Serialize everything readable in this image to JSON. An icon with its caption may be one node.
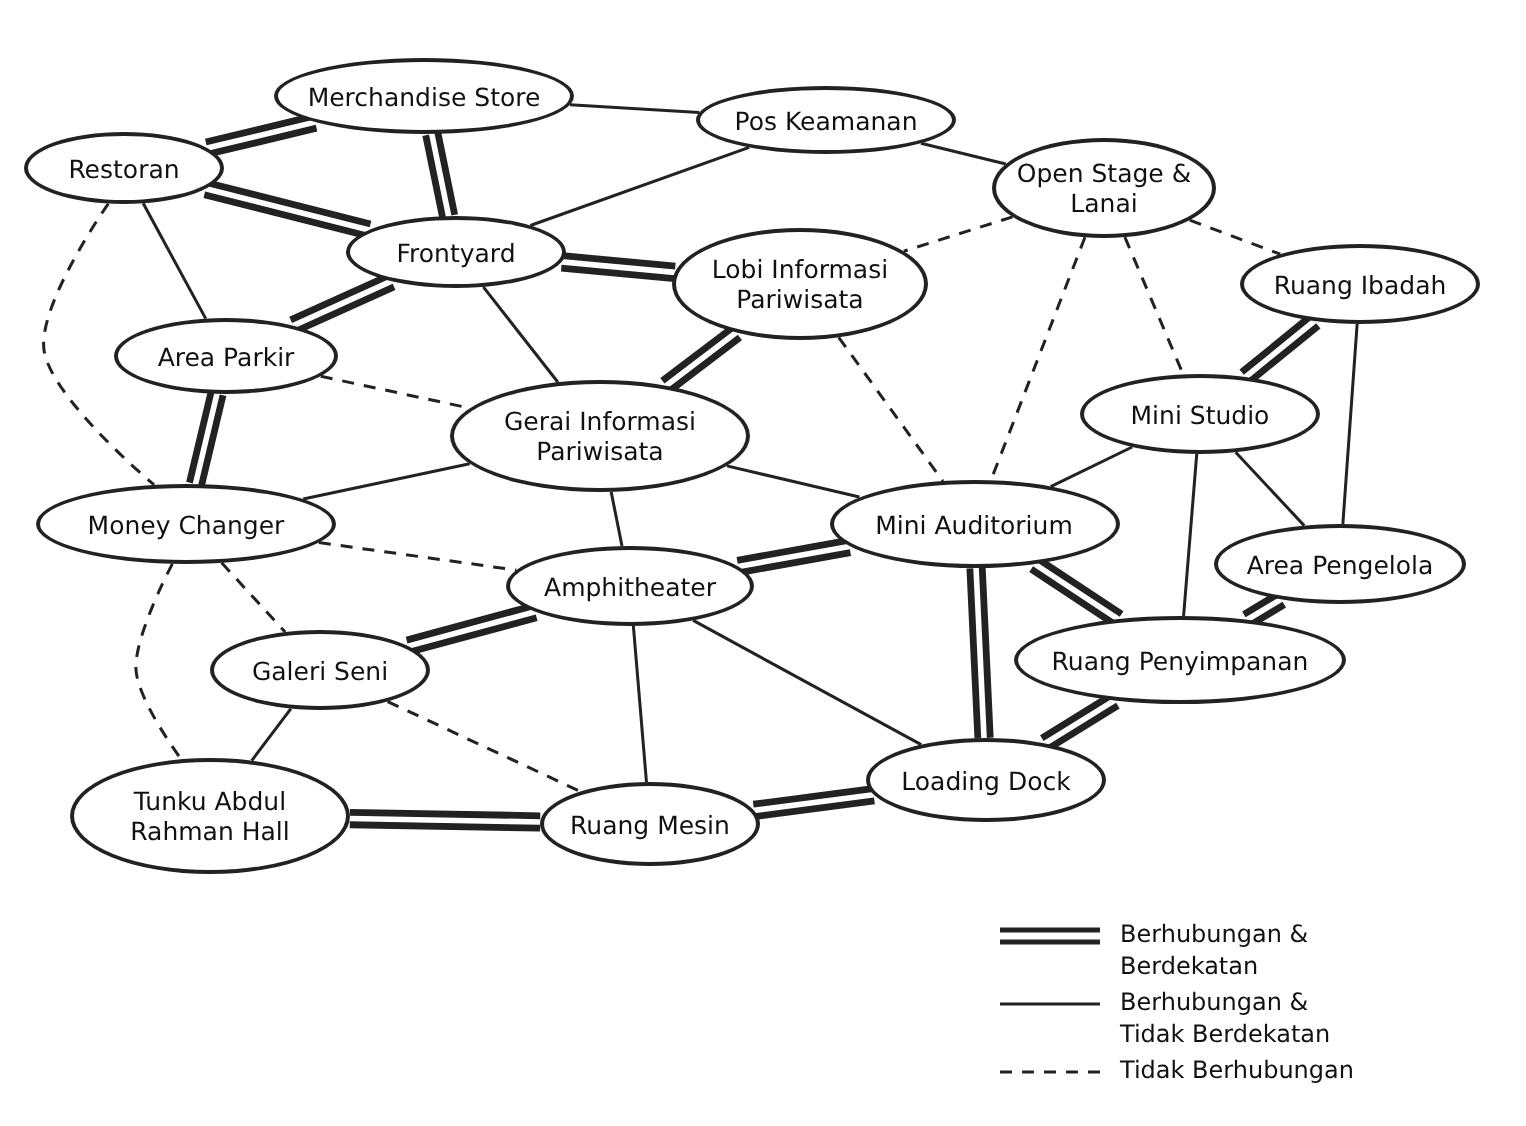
{
  "diagram": {
    "nodes": [
      {
        "text": [
          "Merchandise Store"
        ]
      },
      {
        "text": [
          "Pos Keamanan"
        ]
      },
      {
        "text": [
          "Restoran"
        ]
      },
      {
        "text": [
          "Open Stage & Lanai"
        ]
      },
      {
        "text": [
          "Frontyard"
        ]
      },
      {
        "text": [
          "Lobi Informasi Pariwisata"
        ]
      },
      {
        "text": [
          "Ruang Ibadah"
        ]
      },
      {
        "text": [
          "Area Parkir"
        ]
      },
      {
        "text": [
          "Mini Studio"
        ]
      },
      {
        "text": [
          "Gerai Informasi Pariwisata"
        ]
      },
      {
        "text": [
          "Money Changer"
        ]
      },
      {
        "text": [
          "Mini Auditorium"
        ]
      },
      {
        "text": [
          "Area Pengelola"
        ]
      },
      {
        "text": [
          "Amphitheater"
        ]
      },
      {
        "text": [
          "Galeri Seni"
        ]
      },
      {
        "text": [
          "Ruang Penyimpanan"
        ]
      },
      {
        "text": [
          "Tunku Abdul Rahman Hall"
        ]
      },
      {
        "text": [
          "Ruang Mesin"
        ]
      },
      {
        "text": [
          "Loading Dock"
        ]
      }
    ],
    "edges": [
      {
        "from": 2,
        "to": 0,
        "arrow": "none",
        "style": "thick"
      },
      {
        "from": 0,
        "to": 1,
        "arrow": "none"
      },
      {
        "from": 0,
        "to": 4,
        "arrow": "none",
        "style": "thick"
      },
      {
        "from": 2,
        "to": 4,
        "arrow": "none",
        "style": "thick"
      },
      {
        "from": 2,
        "to": 7,
        "arrow": "none"
      },
      {
        "from": 2,
        "to": 10,
        "arrow": "none",
        "style": "dashed"
      },
      {
        "from": 1,
        "to": 4,
        "arrow": "none"
      },
      {
        "from": 1,
        "to": 3,
        "arrow": "none"
      },
      {
        "from": 4,
        "to": 5,
        "arrow": "none",
        "style": "thick"
      },
      {
        "from": 4,
        "to": 7,
        "arrow": "none",
        "style": "thick"
      },
      {
        "from": 4,
        "to": 9,
        "arrow": "none"
      },
      {
        "from": 7,
        "to": 9,
        "arrow": "none",
        "style": "dashed"
      },
      {
        "from": 7,
        "to": 10,
        "arrow": "none",
        "style": "thick"
      },
      {
        "from": 5,
        "to": 9,
        "arrow": "none",
        "style": "thick"
      },
      {
        "from": 5,
        "to": 11,
        "arrow": "none",
        "style": "dashed"
      },
      {
        "from": 3,
        "to": 5,
        "arrow": "none",
        "style": "dashed"
      },
      {
        "from": 3,
        "to": 11,
        "arrow": "none",
        "style": "dashed"
      },
      {
        "from": 3,
        "to": 8,
        "arrow": "none",
        "style": "dashed"
      },
      {
        "from": 3,
        "to": 6,
        "arrow": "none",
        "style": "dashed"
      },
      {
        "from": 6,
        "to": 8,
        "arrow": "none",
        "style": "thick"
      },
      {
        "from": 6,
        "to": 12,
        "arrow": "none"
      },
      {
        "from": 8,
        "to": 11,
        "arrow": "none"
      },
      {
        "from": 8,
        "to": 15,
        "arrow": "none"
      },
      {
        "from": 8,
        "to": 12,
        "arrow": "none"
      },
      {
        "from": 12,
        "to": 15,
        "arrow": "none",
        "style": "thick"
      },
      {
        "from": 9,
        "to": 10,
        "arrow": "none"
      },
      {
        "from": 9,
        "to": 11,
        "arrow": "none"
      },
      {
        "from": 9,
        "to": 13,
        "arrow": "none"
      },
      {
        "from": 10,
        "to": 13,
        "arrow": "none",
        "style": "dashed"
      },
      {
        "from": 10,
        "to": 14,
        "arrow": "none",
        "style": "dashed"
      },
      {
        "from": 10,
        "to": 16,
        "arrow": "none",
        "style": "dashed"
      },
      {
        "from": 13,
        "to": 11,
        "arrow": "none",
        "style": "thick"
      },
      {
        "from": 13,
        "to": 14,
        "arrow": "none",
        "style": "thick"
      },
      {
        "from": 13,
        "to": 17,
        "arrow": "none"
      },
      {
        "from": 13,
        "to": 18,
        "arrow": "none"
      },
      {
        "from": 14,
        "to": 16,
        "arrow": "none"
      },
      {
        "from": 14,
        "to": 17,
        "arrow": "none",
        "style": "dashed"
      },
      {
        "from": 16,
        "to": 17,
        "arrow": "none",
        "style": "thick"
      },
      {
        "from": 17,
        "to": 18,
        "arrow": "none",
        "style": "thick"
      },
      {
        "from": 11,
        "to": 18,
        "arrow": "none",
        "style": "thick"
      },
      {
        "from": 11,
        "to": 15,
        "arrow": "none",
        "style": "thick"
      },
      {
        "from": 15,
        "to": 18,
        "arrow": "none",
        "style": "thick"
      }
    ],
    "legend": [
      {
        "text": "Berhubungan & Berdekatan"
      },
      {
        "text": "Berhubungan & Tidak Berdekatan"
      },
      {
        "text": "Tidak Berhubungan"
      }
    ]
  }
}
